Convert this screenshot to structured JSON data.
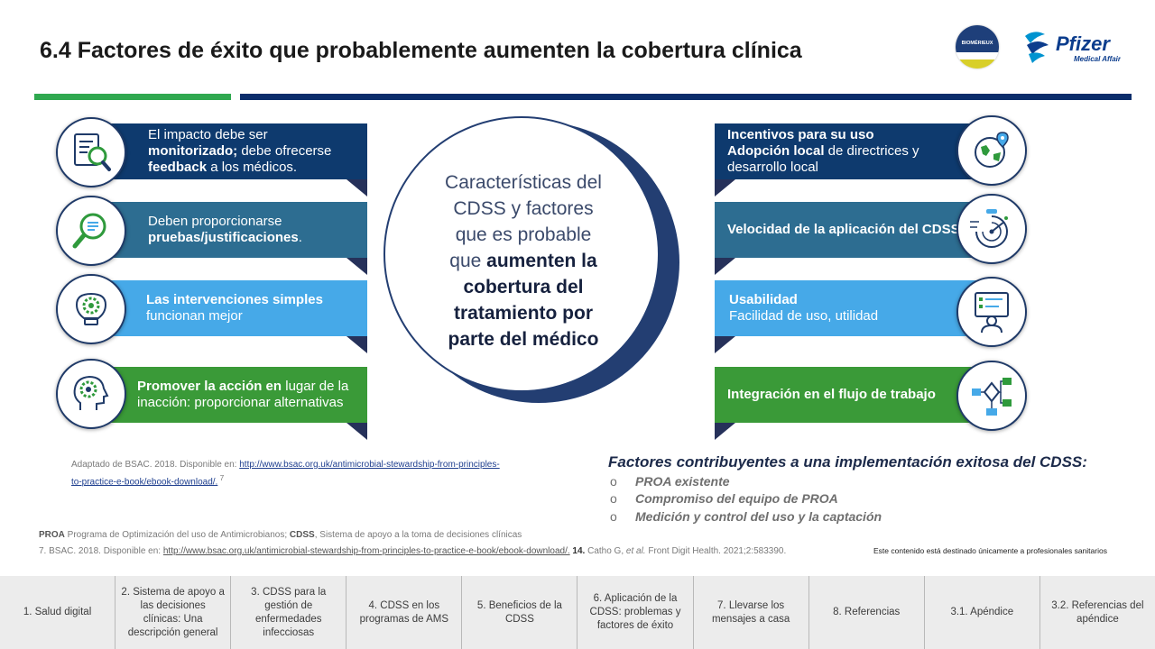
{
  "title": "6.4 Factores de éxito que probablemente aumenten la cobertura clínica",
  "logos": {
    "biomerieux": "BIOMÉRIEUX",
    "pfizer": "Pfizer",
    "pfizer_sub": "Medical Affairs"
  },
  "left_items": [
    {
      "icon": "document-magnifier-icon",
      "color": "#0e3a6e",
      "b1": "El impacto debe ser",
      "b2": "monitorizado;",
      "b3": " debe ofrecerse",
      "b4": "feedback",
      "b5": " a los médicos."
    },
    {
      "icon": "magnifier-icon",
      "color": "#2d6d91",
      "p1": "Deben proporcionarse",
      "p2": "pruebas/justificaciones",
      "p3": "."
    },
    {
      "icon": "lightbulb-gear-icon",
      "color": "#46a9e8",
      "s1": "Las intervenciones simples",
      "s2": "funcionan mejor"
    },
    {
      "icon": "head-gear-icon",
      "color": "#3a9a38",
      "a1": "Promover la acción en",
      "a2": " lugar de la",
      "a3": "inacción: proporcionar alternativas"
    }
  ],
  "right_items": [
    {
      "icon": "globe-pin-icon",
      "color": "#0e3a6e",
      "l1": "Incentivos para su uso",
      "l2": "Adopción local",
      "l3": " de directrices  y",
      "l4": "desarrollo local"
    },
    {
      "icon": "radar-speed-icon",
      "color": "#2d6d91",
      "l1": "Velocidad de la aplicación del CDSS"
    },
    {
      "icon": "user-checklist-icon",
      "color": "#46a9e8",
      "l1": "Usabilidad",
      "l2": "Facilidad de uso, utilidad"
    },
    {
      "icon": "workflow-icon",
      "color": "#3a9a38",
      "l1": "Integración en el flujo de trabajo"
    }
  ],
  "center": {
    "t1": "Características del",
    "t2": "CDSS y factores",
    "t3": "que es probable",
    "t4": "que ",
    "t5": "aumenten la",
    "t6": "cobertura del",
    "t7": "tratamiento por",
    "t8": "parte del médico"
  },
  "adapted": {
    "prefix": "Adaptado de BSAC. 2018. Disponible en: ",
    "link": "http://www.bsac.org.uk/antimicrobial-stewardship-from-principles-to-practice-e-book/ebook-download/.",
    "sup": " 7"
  },
  "factors": {
    "title": "Factores contribuyentes a una implementación exitosa del CDSS:",
    "bullet": "o",
    "items": [
      "PROA existente",
      "Compromiso del equipo de PROA",
      "Medición y control del uso y la captación"
    ]
  },
  "abbr": {
    "k1": "PROA",
    "v1": " Programa de Optimización del uso de Antimicrobianos; ",
    "k2": "CDSS",
    "v2": ", Sistema de apoyo a la toma de decisiones clínicas"
  },
  "refs": {
    "p1": "7. BSAC. 2018. Disponible en: ",
    "link": "http://www.bsac.org.uk/antimicrobial-stewardship-from-principles-to-practice-e-book/ebook-download/.",
    "num": " 14.",
    "p2": " Catho G, ",
    "etal": "et al.",
    "p3": " Front Digit Health. 2021;2:583390."
  },
  "disclaimer": "Este contenido está destinado únicamente a profesionales sanitarios",
  "footer_nav": [
    "1. Salud digital",
    "2. Sistema de apoyo a las decisiones clínicas: Una descripción general",
    "3. CDSS para la gestión de enfermedades infecciosas",
    "4. CDSS en los programas de AMS",
    "5. Beneficios de la CDSS",
    "6. Aplicación de la CDSS: problemas y factores de éxito",
    "7. Llevarse los mensajes a casa",
    "8. Referencias",
    "3.1. Apéndice",
    "3.2. Referencias del apéndice"
  ]
}
